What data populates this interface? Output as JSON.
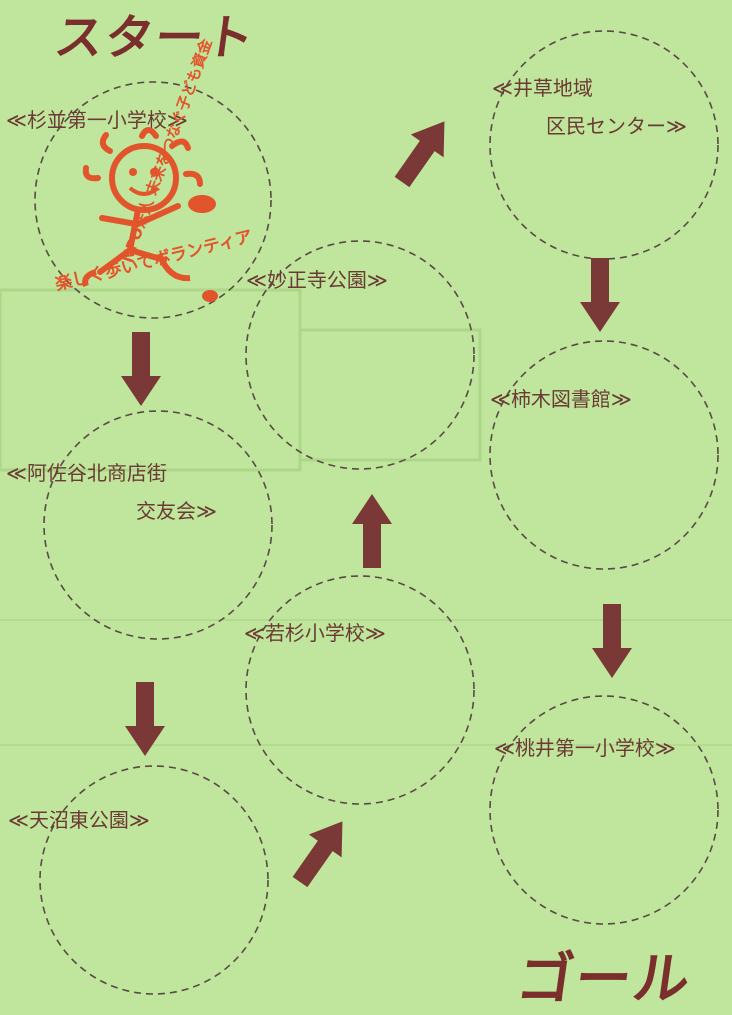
{
  "titles": {
    "start": "スタート",
    "goal": "ゴール"
  },
  "stations": [
    {
      "id": "suginami",
      "line1": "≪杉並第一小学校≫",
      "line2": ""
    },
    {
      "id": "asagaya",
      "line1": "≪阿佐谷北商店街",
      "line2": "交友会≫"
    },
    {
      "id": "amanuma",
      "line1": "≪天沼東公園≫",
      "line2": ""
    },
    {
      "id": "wakasugi",
      "line1": "≪若杉小学校≫",
      "line2": ""
    },
    {
      "id": "myoshoji",
      "line1": "≪妙正寺公園≫",
      "line2": ""
    },
    {
      "id": "igusa",
      "line1": "≪井草地域",
      "line2": "区民センター≫"
    },
    {
      "id": "kakinoki",
      "line1": "≪柿木図書館≫",
      "line2": ""
    },
    {
      "id": "momoi",
      "line1": "≪桃井第一小学校≫",
      "line2": ""
    }
  ],
  "stamp": {
    "top_text": "NPO法人 未来をつなぐ子ども資金",
    "bottom_text": "楽しく歩いてボランティア"
  },
  "colors": {
    "background": "#bfe69c",
    "arrow": "#7a3836",
    "stamp": "#e2552c",
    "text": "#6b3a34"
  }
}
